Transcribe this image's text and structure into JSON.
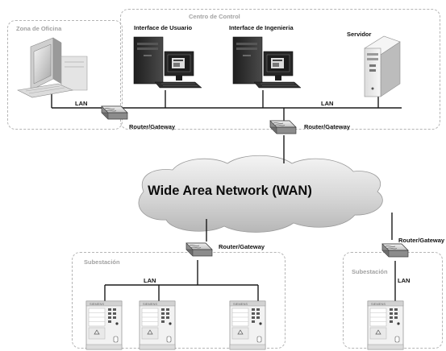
{
  "zones": {
    "office": "Zona de Oficina",
    "control": "Centro de Control",
    "substation_1": "Subestación",
    "substation_2": "Subestación"
  },
  "devices": {
    "user_interface": "Interface de Usuario",
    "engineering_interface": "Interface de Ingenieria",
    "server": "Servidor",
    "relay_brand": "SIEMENS"
  },
  "links": {
    "lan_office": "LAN",
    "lan_control": "LAN",
    "lan_substation_1": "LAN",
    "lan_substation_2": "LAN"
  },
  "routers": {
    "office": "Router/Gateway",
    "control": "Router/Gateway",
    "substation_1": "Router/Gateway",
    "substation_2": "Router/Gateway"
  },
  "wan": "Wide Area Network (WAN)"
}
